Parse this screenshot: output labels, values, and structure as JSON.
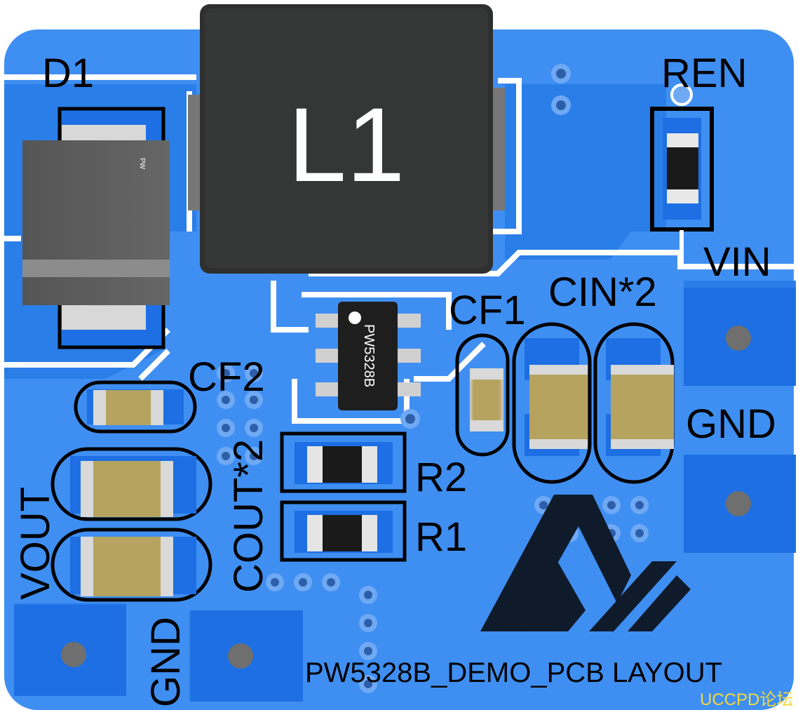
{
  "board": {
    "colors": {
      "pcb": "#3f8ff2",
      "copper": "#1f72e6",
      "pad": "#2a7ee8",
      "silk": "#000000",
      "inductor": "#2f2f2f",
      "cap": "#b5a35f",
      "resistor": "#1a1a1a",
      "hole": "#6f6f6f",
      "watermark": "#f5d83a"
    }
  },
  "labels": {
    "d1": "D1",
    "l1": "L1",
    "ren": "REN",
    "vin": "VIN",
    "cf1": "CF1",
    "cin": "CIN*2",
    "gnd_right": "GND",
    "cf2": "CF2",
    "cout": "COUT*2",
    "r2": "R2",
    "r1": "R1",
    "vout": "VOUT",
    "gnd_bottom": "GND",
    "ic": "PW5328B",
    "title": "PW5328B_DEMO_PCB LAYOUT",
    "watermark": "UCCPD论坛"
  },
  "part_marks": {
    "pw": "PW"
  }
}
